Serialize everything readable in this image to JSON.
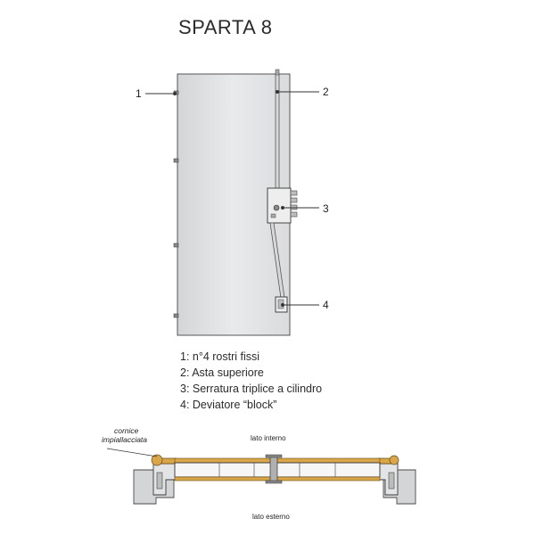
{
  "title": "SPARTA 8",
  "callouts": [
    "1",
    "2",
    "3",
    "4"
  ],
  "legend": [
    "1: n°4 rostri fissi",
    "2: Asta superiore",
    "3: Serratura triplice a cilindro",
    "4: Deviatore “block”"
  ],
  "section": {
    "inner_label": "lato interno",
    "outer_label": "lato esterno",
    "frame_note_line1": "cornice",
    "frame_note_line2": "impiallacciata"
  },
  "colors": {
    "door_panel": "#e6e7e8",
    "frame_gray": "#cfd0d2",
    "wood": "#d9a74a",
    "outline": "#4a4a4a"
  }
}
